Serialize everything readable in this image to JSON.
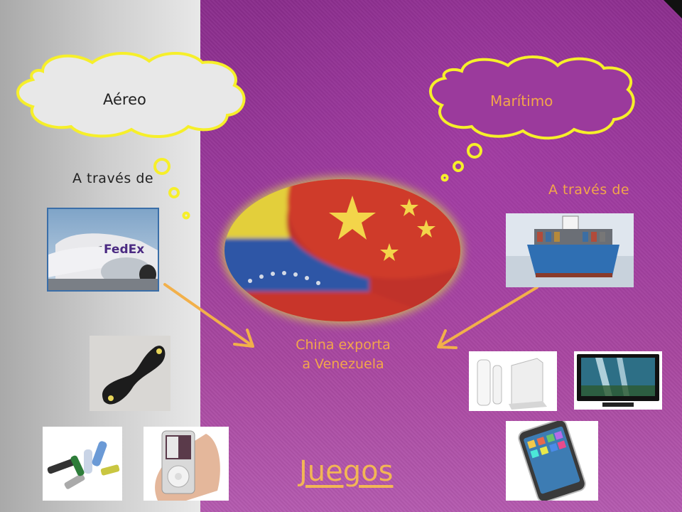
{
  "slide": {
    "clouds": {
      "left_label": "Aéreo",
      "right_label": "Marítimo"
    },
    "via_left": "A través de",
    "via_right": "A través de",
    "center_text_line1": "China exporta",
    "center_text_line2": "a Venezuela",
    "games_link": "Juegos",
    "plane_logo_text": "FedEx",
    "colors": {
      "accent_orange": "#f3a64a",
      "cloud_outline": "#f6ef2a",
      "purple_background": "#9b3a9c",
      "arrow": "#f2b04a"
    }
  }
}
